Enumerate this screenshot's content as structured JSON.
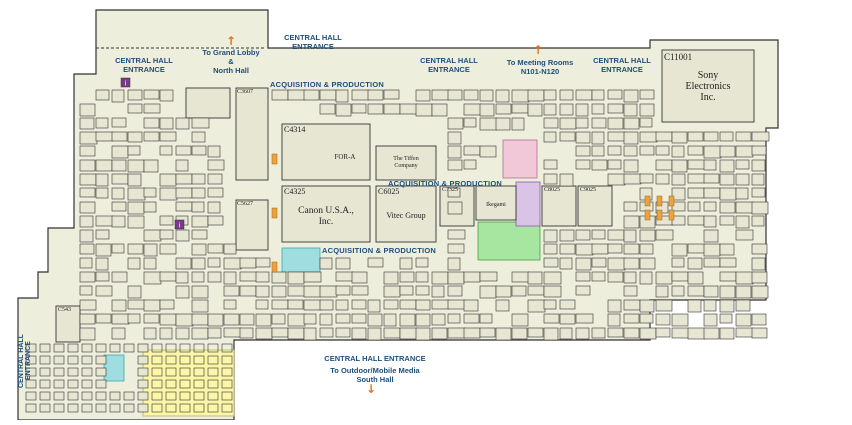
{
  "entrances": {
    "top_center": "CENTRAL HALL\nENTRANCE",
    "top_left": "CENTRAL HALL\nENTRANCE",
    "top_mid": "CENTRAL HALL\nENTRANCE",
    "top_right": "CENTRAL HALL\nENTRANCE",
    "bottom": "CENTRAL HALL ENTRANCE",
    "left_side": "CENTRAL HALL\nENTRANCE"
  },
  "directions": {
    "grand_lobby": "To Grand Lobby\n&\nNorth Hall",
    "meeting_rooms": "To Meeting Rooms\nN101-N120",
    "outdoor": "To Outdoor/Mobile Media\nSouth Hall"
  },
  "sections": {
    "acq_prod_top": "ACQUISITION & PRODUCTION",
    "acq_prod_mid": "ACQUISITION & PRODUCTION",
    "acq_prod_low": "ACQUISITION & PRODUCTION"
  },
  "booths": {
    "sony_num": "C11001",
    "sony_name": "Sony\nElectronics\nInc.",
    "canon_num": "C4325",
    "canon_name": "Canon U.S.A.,\nInc.",
    "vitec_num": "C6025",
    "vitec_name": "Vitec Group",
    "fora_num": "C4314",
    "fora_name": "FOR-A",
    "tiffen_name": "The Tiffen\nCompany",
    "ikegami_name": "Ikegami",
    "c3607": "C3607",
    "c5627": "C5627",
    "c543": "C543",
    "c7325": "C7325",
    "c8025": "C8025",
    "c9025": "C9025"
  },
  "colors": {
    "floor": "#eeeedd",
    "booth": "#e6e6d2",
    "outline": "#333333",
    "label_blue": "#1e4f7a",
    "arrow_orange": "#e8741c",
    "zone_yellow": "#fbf6a8",
    "zone_cyan": "#9fdde0",
    "zone_green": "#a6e6a0",
    "zone_purple": "#d9c3e6",
    "zone_pink": "#f0c8d8",
    "accent_orange": "#f0a23a"
  },
  "icons": {
    "info_marker": "info-icon",
    "arrow": "arrow-up-icon"
  },
  "info_glyph": "i"
}
